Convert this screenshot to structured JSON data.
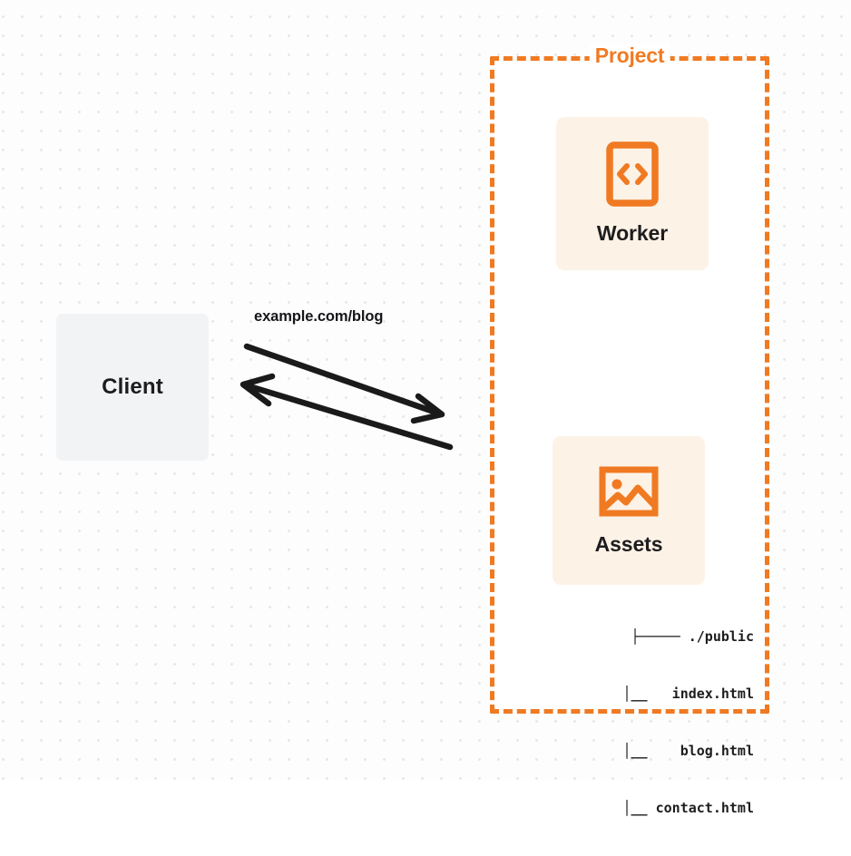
{
  "diagram": {
    "title": "Client to Project request flow",
    "background": {
      "color": "#fdfdfd",
      "dot_color": "#e7e7e8"
    },
    "colors": {
      "orange": "#f07a22",
      "card_bg": "#fdf2e6",
      "client_bg": "#f2f3f5",
      "text": "#1d1d1f",
      "arrow": "#1a1a1a"
    }
  },
  "client": {
    "label": "Client"
  },
  "connection": {
    "label": "example.com/blog",
    "request_arrow": "arrow-right-down",
    "response_arrow": "arrow-left-up"
  },
  "project": {
    "title": "Project",
    "services": [
      {
        "id": "worker",
        "label": "Worker",
        "icon": "code-brackets-icon"
      },
      {
        "id": "assets",
        "label": "Assets",
        "icon": "image-icon"
      }
    ],
    "file_tree": [
      {
        "prefix": "├────",
        "name": "./public"
      },
      {
        "prefix": "│__",
        "name": "index.html"
      },
      {
        "prefix": "│__",
        "name": "blog.html"
      },
      {
        "prefix": "│__",
        "name": "contact.html"
      }
    ],
    "file_tree_lines": [
      "├───── ./public",
      "   │__   index.html",
      "   │__    blog.html",
      "   │__ contact.html"
    ]
  }
}
